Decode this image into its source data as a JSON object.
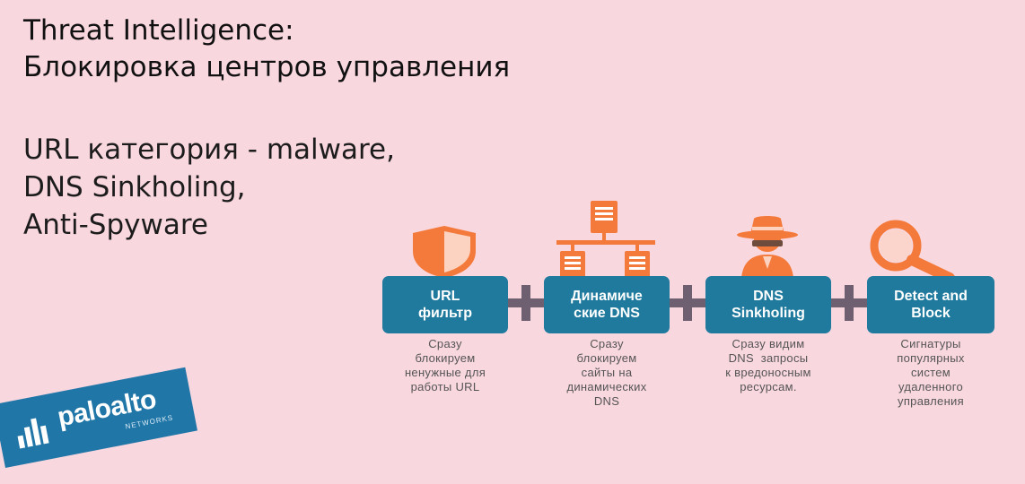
{
  "slide": {
    "title_line1": "Threat Intelligence:",
    "title_line2": "Блокировка центров управления",
    "bullets": [
      "URL категория - malware,",
      "DNS Sinkholing,",
      "Anti-Spyware"
    ]
  },
  "flow": {
    "steps": [
      {
        "label_line1": "URL",
        "label_line2": "фильтр",
        "icon": "shield-icon",
        "desc": [
          "Сразу",
          "блокируем",
          "ненужные для",
          "работы URL"
        ]
      },
      {
        "label_line1": "Динамиче",
        "label_line2": "ские DNS",
        "icon": "server-network-icon",
        "desc": [
          "Сразу",
          "блокируем",
          "сайты на",
          "динамических",
          "DNS"
        ]
      },
      {
        "label_line1": "DNS",
        "label_line2": "Sinkholing",
        "icon": "spy-icon",
        "desc": [
          "Сразу видим",
          "DNS  запросы",
          "к вредоносным",
          "ресурсам."
        ]
      },
      {
        "label_line1": "Detect and",
        "label_line2": "Block",
        "icon": "magnifier-icon",
        "desc": [
          "Сигнатуры",
          "популярных",
          "систем",
          "удаленного",
          "управления"
        ]
      }
    ]
  },
  "logo": {
    "name": "paloalto",
    "sub": "NETWORKS"
  },
  "colors": {
    "background": "#f9d7df",
    "box": "#1f7a9e",
    "icon": "#f47a3b",
    "plus": "#6e6070",
    "logo": "#2176a8"
  }
}
